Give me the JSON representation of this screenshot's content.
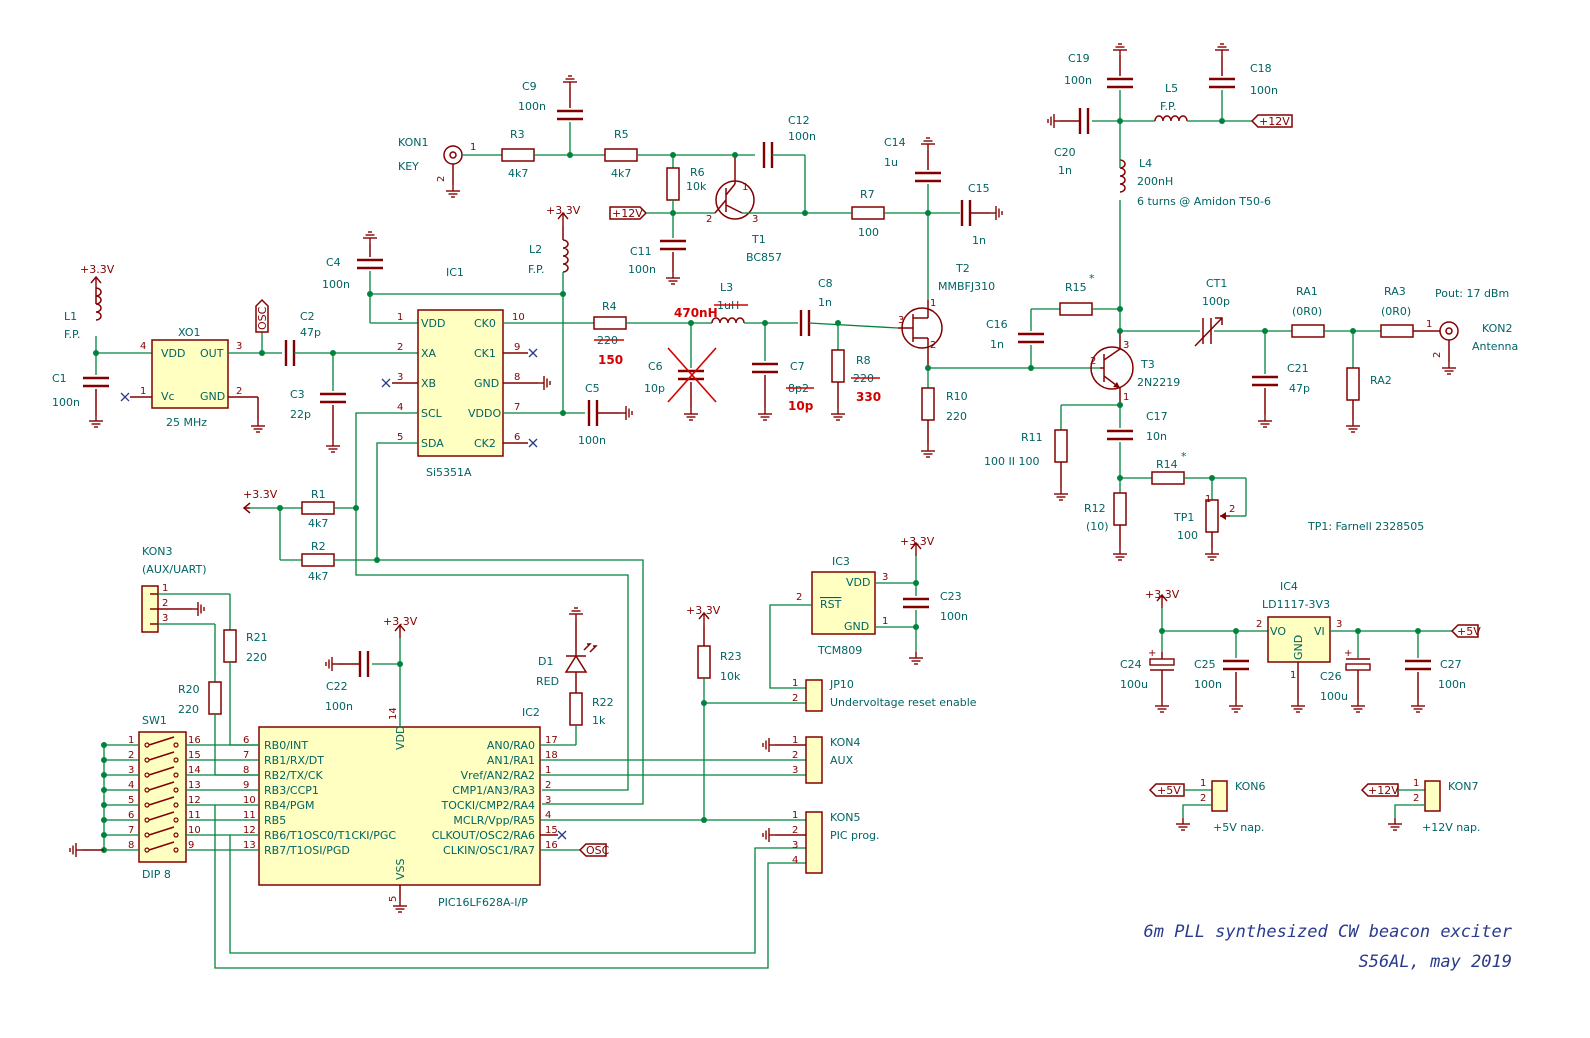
{
  "title": {
    "line1": "6m PLL synthesized CW beacon exciter",
    "line2": "S56AL, may 2019"
  },
  "notes": {
    "pout": "Pout: 17 dBm",
    "tp1": "TP1: Farnell 2328505",
    "l4_turns": "6 turns @ Amidon T50-6"
  },
  "nets": {
    "v33": "+3.3V",
    "v12": "+12V",
    "v5": "+5V",
    "osc": "OSC"
  },
  "components": {
    "kon1": {
      "ref": "KON1",
      "val": "KEY"
    },
    "r3": {
      "ref": "R3",
      "val": "4k7"
    },
    "c9": {
      "ref": "C9",
      "val": "100n"
    },
    "r5": {
      "ref": "R5",
      "val": "4k7"
    },
    "r6": {
      "ref": "R6",
      "val": "10k"
    },
    "t1": {
      "ref": "T1",
      "val": "BC857"
    },
    "c12": {
      "ref": "C12",
      "val": "100n"
    },
    "c11": {
      "ref": "C11",
      "val": "100n"
    },
    "r7": {
      "ref": "R7",
      "val": "100"
    },
    "c14": {
      "ref": "C14",
      "val": "1u"
    },
    "c15": {
      "ref": "C15",
      "val": "1n"
    },
    "t2": {
      "ref": "T2",
      "val": "MMBFJ310"
    },
    "c19": {
      "ref": "C19",
      "val": "100n"
    },
    "c18": {
      "ref": "C18",
      "val": "100n"
    },
    "l5": {
      "ref": "L5",
      "val": "F.P."
    },
    "c20": {
      "ref": "C20",
      "val": "1n"
    },
    "l4": {
      "ref": "L4",
      "val": "200nH"
    },
    "r15": {
      "ref": "R15",
      "val": "*"
    },
    "c16": {
      "ref": "C16",
      "val": "1n"
    },
    "t3": {
      "ref": "T3",
      "val": "2N2219"
    },
    "ct1": {
      "ref": "CT1",
      "val": "100p"
    },
    "ra1": {
      "ref": "RA1",
      "val": "(0R0)"
    },
    "ra3": {
      "ref": "RA3",
      "val": "(0R0)"
    },
    "kon2": {
      "ref": "KON2",
      "val": "Antenna"
    },
    "c21": {
      "ref": "C21",
      "val": "47p"
    },
    "ra2": {
      "ref": "RA2",
      "val": ""
    },
    "r10": {
      "ref": "R10",
      "val": "220"
    },
    "r11": {
      "ref": "R11",
      "val": "100 II 100"
    },
    "c17": {
      "ref": "C17",
      "val": "10n"
    },
    "r14": {
      "ref": "R14",
      "val": "*"
    },
    "r12": {
      "ref": "R12",
      "val": "(10)"
    },
    "tp1": {
      "ref": "TP1",
      "val": "100"
    },
    "l1": {
      "ref": "L1",
      "val": "F.P."
    },
    "c1": {
      "ref": "C1",
      "val": "100n"
    },
    "xo1": {
      "ref": "XO1",
      "val": "25 MHz"
    },
    "c2": {
      "ref": "C2",
      "val": "47p"
    },
    "c3": {
      "ref": "C3",
      "val": "22p"
    },
    "c4": {
      "ref": "C4",
      "val": "100n"
    },
    "ic1": {
      "ref": "IC1",
      "val": "Si5351A"
    },
    "l2": {
      "ref": "L2",
      "val": "F.P."
    },
    "c5": {
      "ref": "C5",
      "val": "100n"
    },
    "r4": {
      "ref": "R4",
      "val": "220",
      "new": "150"
    },
    "l3": {
      "ref": "L3",
      "val": "1uH",
      "new": "470nH"
    },
    "c6": {
      "ref": "C6",
      "val": "10p"
    },
    "c7": {
      "ref": "C7",
      "val": "8p2",
      "new": "10p"
    },
    "c8": {
      "ref": "C8",
      "val": "1n"
    },
    "r8": {
      "ref": "R8",
      "val": "220",
      "new": "330"
    },
    "r1": {
      "ref": "R1",
      "val": "4k7"
    },
    "r2": {
      "ref": "R2",
      "val": "4k7"
    },
    "kon3": {
      "ref": "KON3",
      "val": "(AUX/UART)"
    },
    "r21": {
      "ref": "R21",
      "val": "220"
    },
    "r20": {
      "ref": "R20",
      "val": "220"
    },
    "sw1": {
      "ref": "SW1",
      "val": "DIP 8"
    },
    "c22": {
      "ref": "C22",
      "val": "100n"
    },
    "ic2": {
      "ref": "IC2",
      "val": "PIC16LF628A-I/P"
    },
    "d1": {
      "ref": "D1",
      "val": "RED"
    },
    "r22": {
      "ref": "R22",
      "val": "1k"
    },
    "r23": {
      "ref": "R23",
      "val": "10k"
    },
    "ic3": {
      "ref": "IC3",
      "val": "TCM809"
    },
    "c23": {
      "ref": "C23",
      "val": "100n"
    },
    "jp10": {
      "ref": "JP10",
      "val": "Undervoltage reset enable"
    },
    "kon4": {
      "ref": "KON4",
      "val": "AUX"
    },
    "kon5": {
      "ref": "KON5",
      "val": "PIC prog."
    },
    "ic4": {
      "ref": "IC4",
      "val": "LD1117-3V3"
    },
    "c24": {
      "ref": "C24",
      "val": "100u"
    },
    "c25": {
      "ref": "C25",
      "val": "100n"
    },
    "c26": {
      "ref": "C26",
      "val": "100u"
    },
    "c27": {
      "ref": "C27",
      "val": "100n"
    },
    "kon6": {
      "ref": "KON6",
      "val": "+5V nap."
    },
    "kon7": {
      "ref": "KON7",
      "val": "+12V nap."
    }
  },
  "pins": {
    "xo1": [
      "VDD",
      "OUT",
      "Vc",
      "GND"
    ],
    "ic1_left": [
      "VDD",
      "XA",
      "XB",
      "SCL",
      "SDA"
    ],
    "ic1_right": [
      "CK0",
      "CK1",
      "GND",
      "VDDO",
      "CK2"
    ],
    "ic1_nums_left": [
      "1",
      "2",
      "3",
      "4",
      "5"
    ],
    "ic1_nums_right": [
      "10",
      "9",
      "8",
      "7",
      "6"
    ],
    "ic2_left": [
      "RB0/INT",
      "RB1/RX/DT",
      "RB2/TX/CK",
      "RB3/CCP1",
      "RB4/PGM",
      "RB5",
      "RB6/T1OSC0/T1CKI/PGC",
      "RB7/T1OSI/PGD"
    ],
    "ic2_left_nums": [
      "6",
      "7",
      "8",
      "9",
      "10",
      "11",
      "12",
      "13"
    ],
    "ic2_right": [
      "AN0/RA0",
      "AN1/RA1",
      "Vref/AN2/RA2",
      "CMP1/AN3/RA3",
      "TOCKI/CMP2/RA4",
      "MCLR/Vpp/RA5",
      "CLKOUT/OSC2/RA6",
      "CLKIN/OSC1/RA7"
    ],
    "ic2_right_nums": [
      "17",
      "18",
      "1",
      "2",
      "3",
      "4",
      "15",
      "16"
    ],
    "ic2_vdd": "VDD",
    "ic2_vss": "VSS",
    "ic3": [
      "VDD",
      "RST",
      "GND"
    ],
    "ic4": [
      "VO",
      "VI",
      "GND"
    ],
    "sw1_left": [
      "1",
      "2",
      "3",
      "4",
      "5",
      "6",
      "7",
      "8"
    ],
    "sw1_right": [
      "16",
      "15",
      "14",
      "13",
      "12",
      "11",
      "10",
      "9"
    ]
  }
}
